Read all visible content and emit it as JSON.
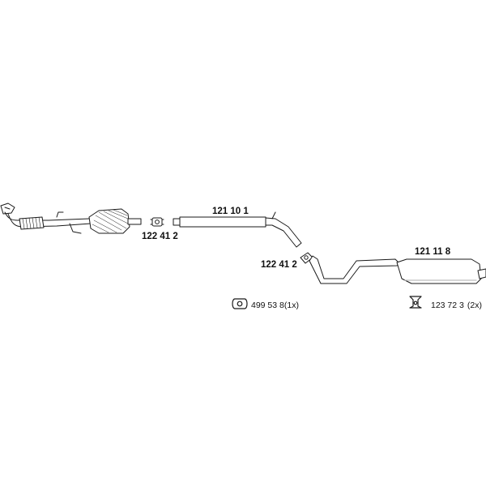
{
  "parts": {
    "front_pipe": {
      "icon": "front-pipe-with-catalytic-converter"
    },
    "clamp_front": {
      "number": "122 41 2",
      "icon": "pipe-clamp"
    },
    "middle_silencer": {
      "number": "121 10 1",
      "icon": "middle-silencer"
    },
    "clamp_rear": {
      "number": "122 41 2",
      "icon": "pipe-clamp"
    },
    "rear_silencer": {
      "number": "121 11 8",
      "icon": "rear-silencer"
    },
    "rubber_mount": {
      "number": "499 53 8",
      "qty": "(1x)",
      "icon": "rubber-mount"
    },
    "hanger": {
      "number": "123 72 3",
      "qty": "(2x)",
      "icon": "exhaust-hanger"
    }
  },
  "colors": {
    "line": "#1a1a1a",
    "fill": "#ffffff",
    "shade": "#bdbdbd"
  }
}
